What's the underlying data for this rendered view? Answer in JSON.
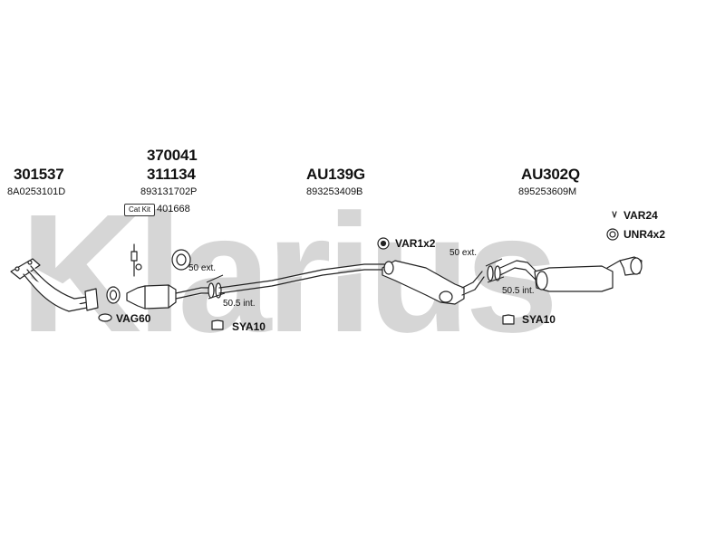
{
  "watermark": "Klarius",
  "part_numbers": {
    "front_pipe": {
      "number": "301537",
      "oe": "8A0253101D"
    },
    "catalyst": {
      "number_top": "370041",
      "number": "311134",
      "oe": "893131702P",
      "cat_kit_badge": "Cat Kit",
      "cat_kit_number": "401668"
    },
    "centre_silencer": {
      "number": "AU139G",
      "oe": "893253409B"
    },
    "rear_silencer": {
      "number": "AU302Q",
      "oe": "895253609M"
    }
  },
  "accessories": {
    "gasket": "VAG60",
    "clamp_left": "SYA10",
    "clamp_right": "SYA10",
    "rubber_mount_mid": "VAR1x2",
    "tail_clip": "VAR24",
    "rubber_ring": "UNR4x2"
  },
  "dimensions": {
    "left_ext": "50 ext.",
    "left_int": "50.5 int.",
    "right_ext": "50 ext.",
    "right_int": "50.5 int."
  }
}
